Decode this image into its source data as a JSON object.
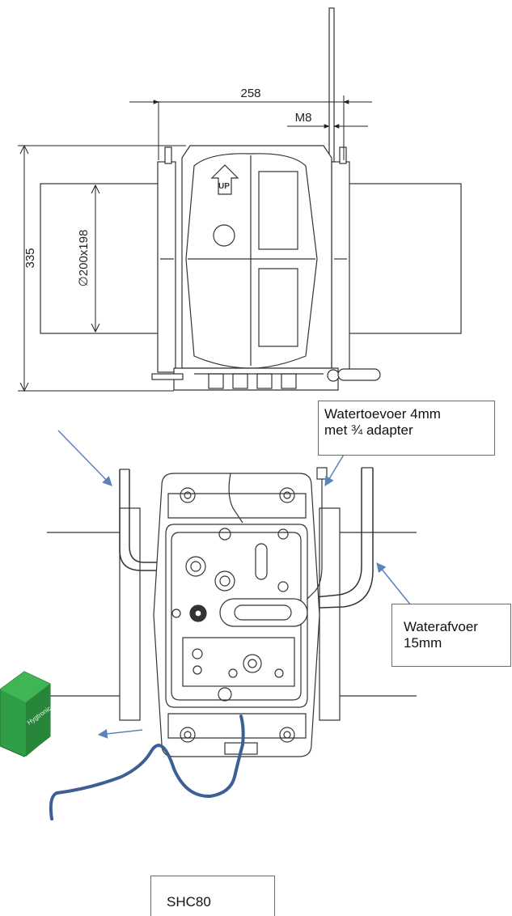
{
  "dimensions": {
    "width": "258",
    "thread": "M8",
    "height": "335",
    "duct": "∅200x198"
  },
  "callouts": {
    "water_supply": [
      "Watertoevoer 4mm",
      "met ¾ adapter"
    ],
    "water_drain": [
      "Waterafvoer",
      "15mm"
    ],
    "model": "SHC80"
  },
  "controller_logo": "Hygtronic",
  "colors": {
    "line": "#333333",
    "arrow": "#5b83b8",
    "cable": "#3d5f96",
    "controller": "#2f9e45"
  }
}
